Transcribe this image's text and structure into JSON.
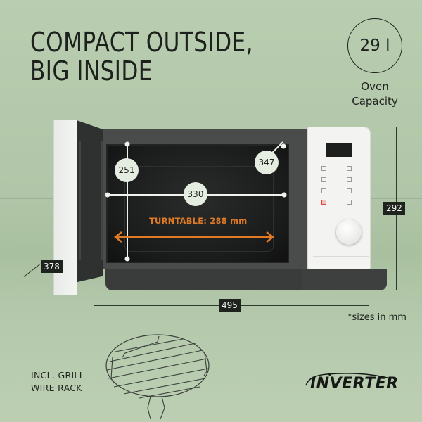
{
  "headline": {
    "line1": "COMPACT OUTSIDE,",
    "line2": "BIG INSIDE"
  },
  "capacity": {
    "value": "29 l",
    "label_line1": "Oven",
    "label_line2": "Capacity"
  },
  "interior_dimensions": {
    "height": "251",
    "width": "330",
    "depth": "347",
    "turntable": "TURNTABLE: 288 mm"
  },
  "exterior_dimensions": {
    "width": "495",
    "height": "292",
    "depth": "378"
  },
  "note": "*sizes in mm",
  "accessory": {
    "line1": "INCL. GRILL",
    "line2": "WIRE RACK"
  },
  "logo": {
    "text": "INVERTER"
  },
  "colors": {
    "background": "#b4c8ab",
    "text": "#1d211d",
    "turntable_accent": "#e07a25",
    "dimension_tag": "#1e231e",
    "bubble": "#e4eddf"
  }
}
